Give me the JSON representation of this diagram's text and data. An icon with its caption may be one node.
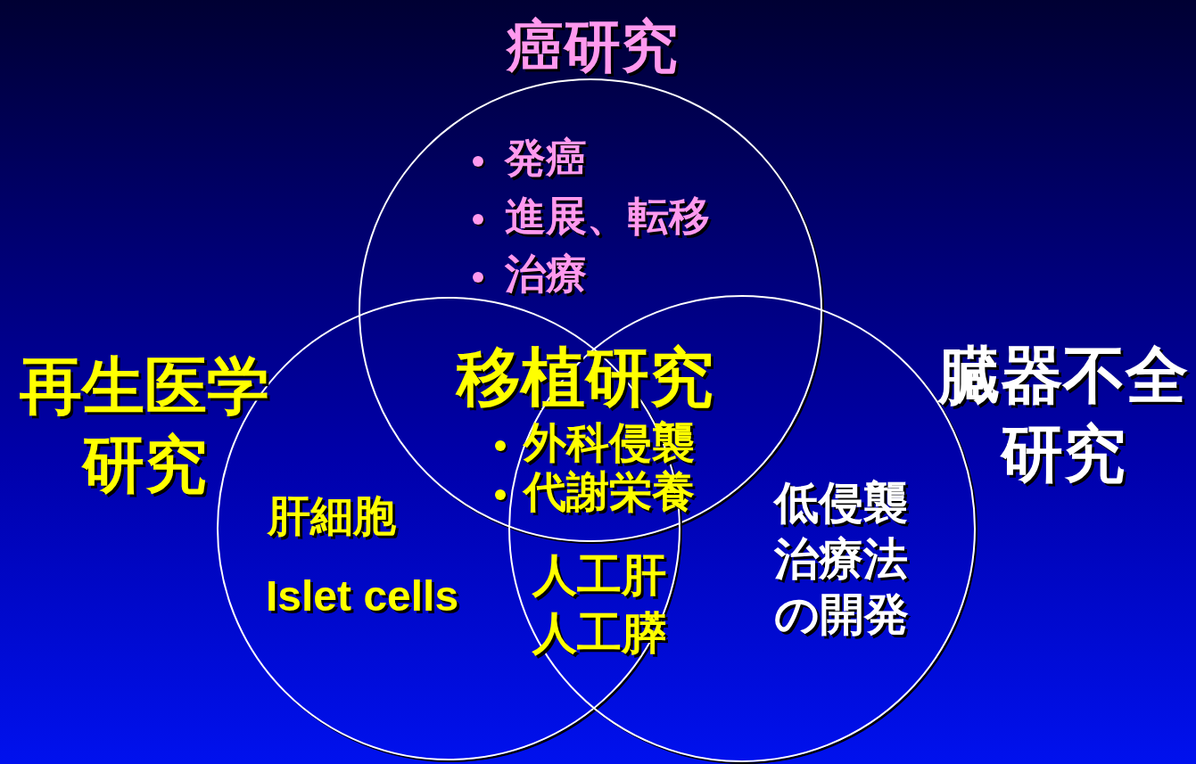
{
  "diagram": {
    "nodes": [
      {
        "text": [
          "癌研究",
          "発癌",
          "進展、転移",
          "治療"
        ]
      },
      {
        "text": [
          "再生医学研究",
          "肝細胞",
          "Islet cells"
        ]
      },
      {
        "text": [
          "臓器不全研究",
          "低侵襲治療法の開発"
        ]
      }
    ],
    "edges": [],
    "labels": [
      "移植研究",
      "外科侵襲",
      "代謝栄養",
      "人工肝",
      "人工膵"
    ]
  }
}
